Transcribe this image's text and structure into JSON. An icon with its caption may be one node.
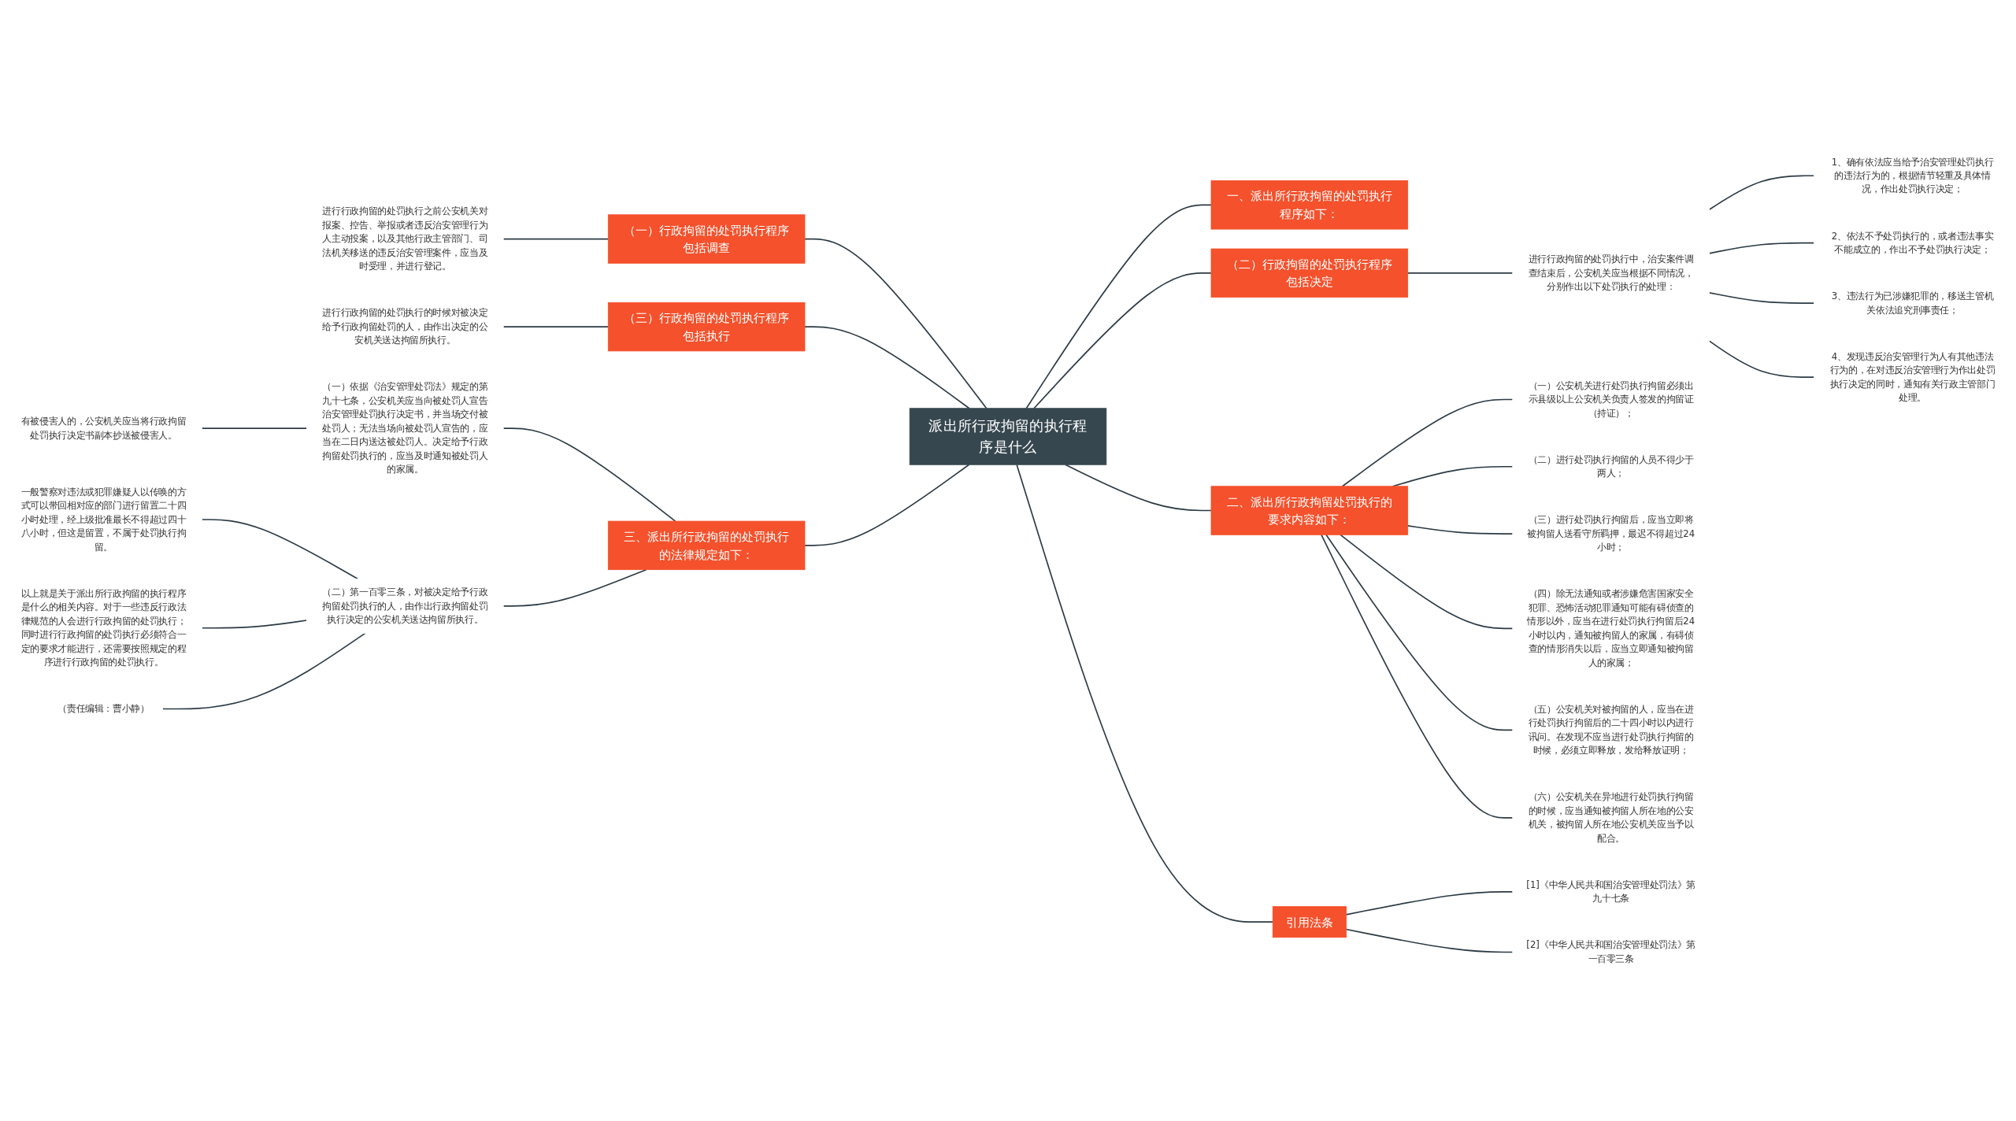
{
  "diagram": {
    "nodes": [
      {
        "text": [
          "派出所行政拘留的执行程序是什么"
        ]
      },
      {
        "text": [
          "（一）行政拘留的处罚执行程序包括调查"
        ]
      },
      {
        "text": [
          "进行行政拘留的处罚执行之前公安机关对报案、控告、举报或者违反治安管理行为人主动投案，以及其他行政主管部门、司法机关移送的违反治安管理案件，应当及时受理，并进行登记。"
        ]
      },
      {
        "text": [
          "（三）行政拘留的处罚执行程序包括执行"
        ]
      },
      {
        "text": [
          "进行行政拘留的处罚执行的时候对被决定给予行政拘留处罚的人，由作出决定的公安机关送达拘留所执行。"
        ]
      },
      {
        "text": [
          "三、派出所行政拘留的处罚执行的法律规定如下："
        ]
      },
      {
        "text": [
          "（一）依据《治安管理处罚法》规定的第九十七条，公安机关应当向被处罚人宣告治安管理处罚执行决定书，并当场交付被处罚人；无法当场向被处罚人宣告的，应当在二日内送达被处罚人。决定给予行政拘留处罚执行的，应当及时通知被处罚人的家属。"
        ]
      },
      {
        "text": [
          "有被侵害人的，公安机关应当将行政拘留处罚执行决定书副本抄送被侵害人。"
        ]
      },
      {
        "text": [
          "（二）第一百零三条，对被决定给予行政拘留处罚执行的人，由作出行政拘留处罚执行决定的公安机关送达拘留所执行。"
        ]
      },
      {
        "text": [
          "一般警察对违法或犯罪嫌疑人以传唤的方式可以带回相对应的部门进行留置二十四小时处理，经上级批准最长不得超过四十八小时，但这是留置，不属于处罚执行拘留。"
        ]
      },
      {
        "text": [
          "以上就是关于派出所行政拘留的执行程序是什么的相关内容。对于一些违反行政法律规范的人会进行行政拘留的处罚执行；同时进行行政拘留的处罚执行必须符合一定的要求才能进行，还需要按照规定的程序进行行政拘留的处罚执行。"
        ]
      },
      {
        "text": [
          "（责任编辑：曹小静）"
        ]
      },
      {
        "text": [
          "一、派出所行政拘留的处罚执行程序如下："
        ]
      },
      {
        "text": [
          "（二）行政拘留的处罚执行程序包括决定"
        ]
      },
      {
        "text": [
          "进行行政拘留的处罚执行中，治安案件调查结束后，公安机关应当根据不同情况，分别作出以下处罚执行的处理："
        ]
      },
      {
        "text": [
          "1、确有依法应当给予治安管理处罚执行的违法行为的，根据情节轻重及具体情况，作出处罚执行决定；"
        ]
      },
      {
        "text": [
          "2、依法不予处罚执行的，或者违法事实不能成立的，作出不予处罚执行决定；"
        ]
      },
      {
        "text": [
          "3、违法行为已涉嫌犯罪的，移送主管机关依法追究刑事责任；"
        ]
      },
      {
        "text": [
          "4、发现违反治安管理行为人有其他违法行为的，在对违反治安管理行为作出处罚执行决定的同时，通知有关行政主管部门处理。"
        ]
      },
      {
        "text": [
          "二、派出所行政拘留处罚执行的要求内容如下："
        ]
      },
      {
        "text": [
          "（一）公安机关进行处罚执行拘留必须出示县级以上公安机关负责人签发的拘留证（持证）；"
        ]
      },
      {
        "text": [
          "（二）进行处罚执行拘留的人员不得少于两人；"
        ]
      },
      {
        "text": [
          "（三）进行处罚执行拘留后，应当立即将被拘留人送看守所羁押，最迟不得超过24小时；"
        ]
      },
      {
        "text": [
          "（四）除无法通知或者涉嫌危害国家安全犯罪、恐怖活动犯罪通知可能有碍侦查的情形以外，应当在进行处罚执行拘留后24小时以内，通知被拘留人的家属，有碍侦查的情形消失以后，应当立即通知被拘留人的家属；"
        ]
      },
      {
        "text": [
          "（五）公安机关对被拘留的人，应当在进行处罚执行拘留后的二十四小时以内进行讯问。在发现不应当进行处罚执行拘留的时候，必须立即释放，发给释放证明；"
        ]
      },
      {
        "text": [
          "（六）公安机关在异地进行处罚执行拘留的时候，应当通知被拘留人所在地的公安机关，被拘留人所在地公安机关应当予以配合。"
        ]
      },
      {
        "text": [
          "引用法条"
        ]
      },
      {
        "text": [
          "[1]《中华人民共和国治安管理处罚法》第九十七条"
        ]
      },
      {
        "text": [
          "[2]《中华人民共和国治安管理处罚法》第一百零三条"
        ]
      }
    ],
    "edges": [
      {
        "from": 1,
        "to": 0,
        "arrow": "none"
      },
      {
        "from": 2,
        "to": 1,
        "arrow": "none"
      },
      {
        "from": 3,
        "to": 0,
        "arrow": "none"
      },
      {
        "from": 4,
        "to": 3,
        "arrow": "none"
      },
      {
        "from": 5,
        "to": 0,
        "arrow": "none"
      },
      {
        "from": 6,
        "to": 5,
        "arrow": "none"
      },
      {
        "from": 7,
        "to": 6,
        "arrow": "none"
      },
      {
        "from": 8,
        "to": 5,
        "arrow": "none"
      },
      {
        "from": 9,
        "to": 8,
        "arrow": "none"
      },
      {
        "from": 10,
        "to": 8,
        "arrow": "none"
      },
      {
        "from": 11,
        "to": 8,
        "arrow": "none"
      },
      {
        "from": 0,
        "to": 12,
        "arrow": "none"
      },
      {
        "from": 0,
        "to": 13,
        "arrow": "none"
      },
      {
        "from": 13,
        "to": 14,
        "arrow": "none"
      },
      {
        "from": 14,
        "to": 15,
        "arrow": "none"
      },
      {
        "from": 14,
        "to": 16,
        "arrow": "none"
      },
      {
        "from": 14,
        "to": 17,
        "arrow": "none"
      },
      {
        "from": 14,
        "to": 18,
        "arrow": "none"
      },
      {
        "from": 0,
        "to": 19,
        "arrow": "none"
      },
      {
        "from": 19,
        "to": 20,
        "arrow": "none"
      },
      {
        "from": 19,
        "to": 21,
        "arrow": "none"
      },
      {
        "from": 19,
        "to": 22,
        "arrow": "none"
      },
      {
        "from": 19,
        "to": 23,
        "arrow": "none"
      },
      {
        "from": 19,
        "to": 24,
        "arrow": "none"
      },
      {
        "from": 19,
        "to": 25,
        "arrow": "none"
      },
      {
        "from": 0,
        "to": 26,
        "arrow": "none"
      },
      {
        "from": 26,
        "to": 27,
        "arrow": "none"
      },
      {
        "from": 26,
        "to": 28,
        "arrow": "none"
      }
    ]
  }
}
